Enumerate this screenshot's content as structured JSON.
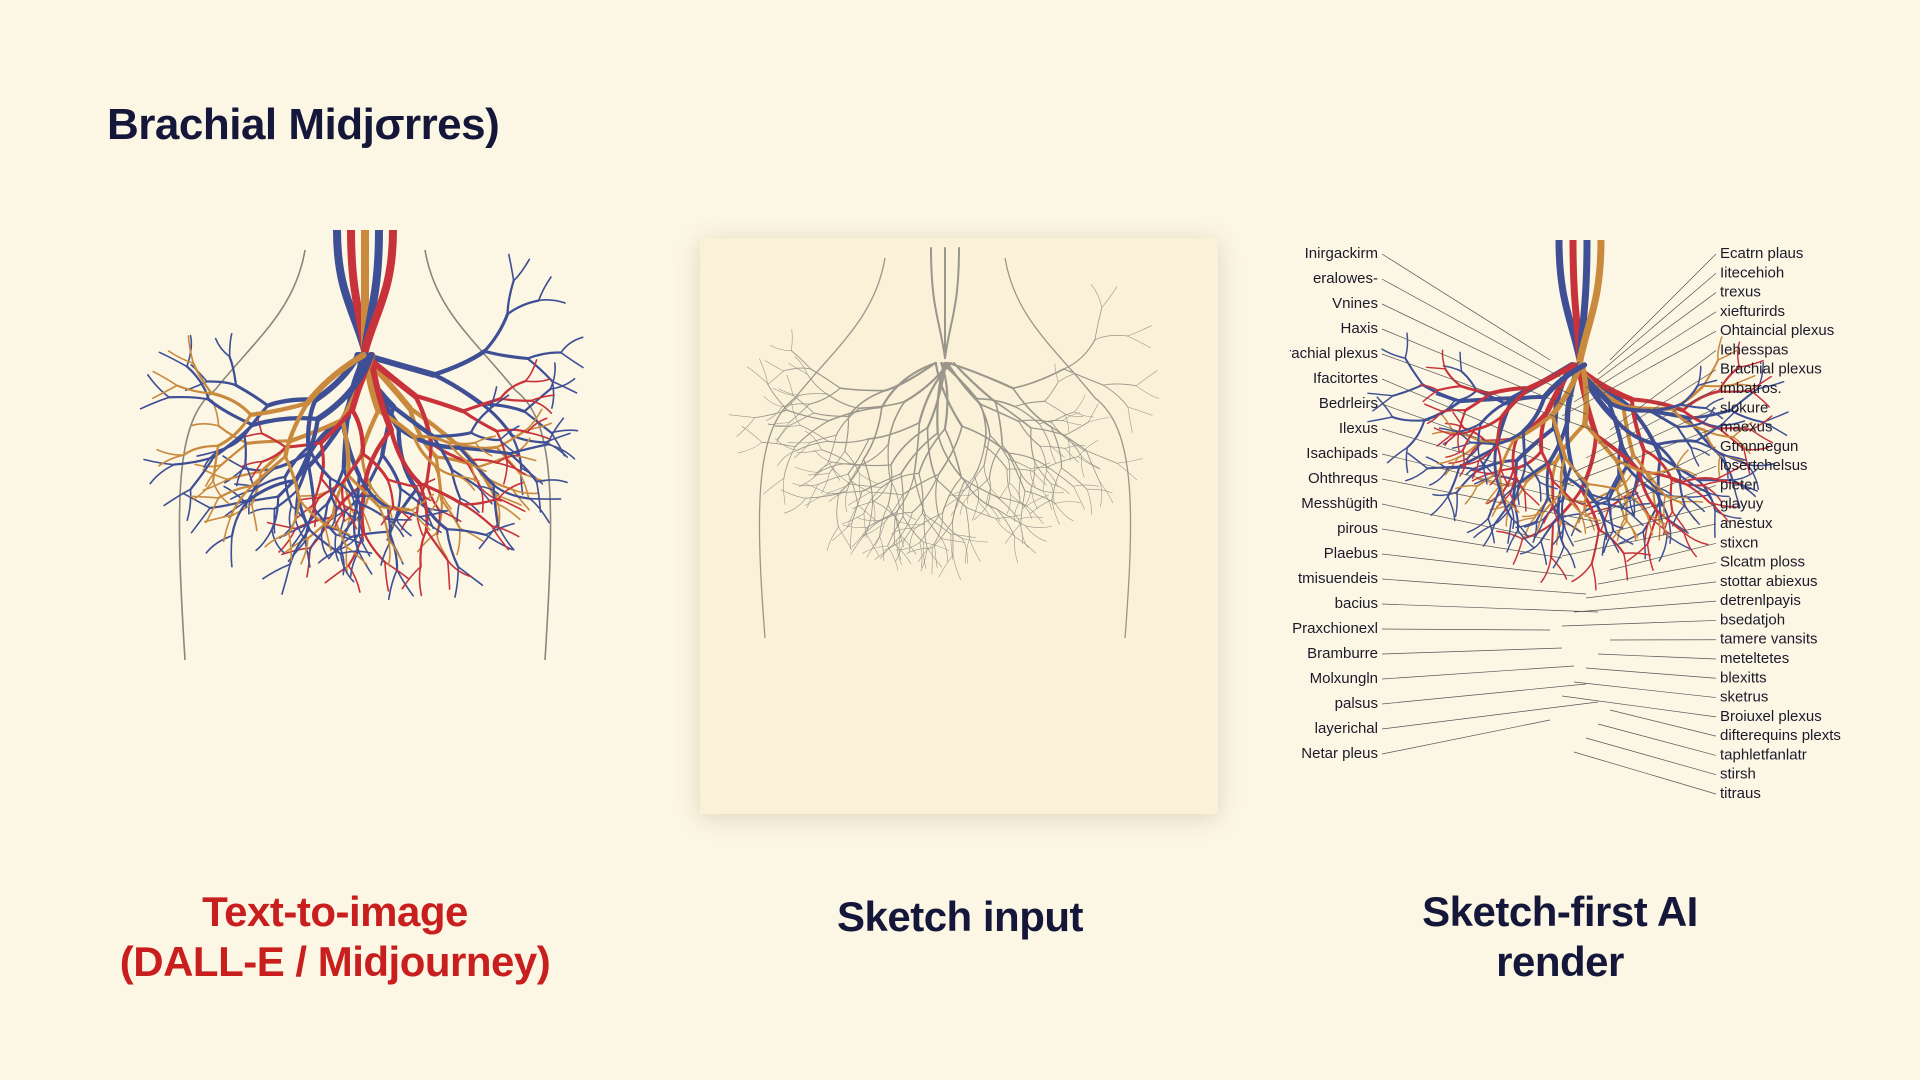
{
  "title": "Brachial Midjσrres)",
  "captions": {
    "left": [
      "Text-to-image",
      "(DALL-E / Midjourney)"
    ],
    "center": [
      "Sketch input"
    ],
    "right": [
      "Sketch-first AI",
      "render"
    ]
  },
  "labels": {
    "left_side": [
      "Inirgackirm",
      "eralowes-",
      "Vnines",
      "Haxis",
      "Brachial plexus",
      "Ifacitortes",
      "Bedrleirs",
      "Ilexus",
      "Isachipads",
      "Ohthrequs",
      "Messhügith",
      "pirous",
      "Plaebus",
      "tmisuendeis",
      "bacius",
      "Praxchionexl",
      "Bramburre",
      "Molxungln",
      "palsus",
      "layerichal",
      "Netar pleus"
    ],
    "right_side": [
      "Ecatrn plaus",
      "Iitecehioh",
      "trexus",
      "xiefturirds",
      "Ohtaincial plexus",
      "Iehesspas",
      "Brachial plexus",
      "imbatros.",
      "slokure",
      "maexus",
      "Gtmnnegun",
      "losertchelsus",
      "pleter",
      "glayuy",
      "anestux",
      "stixcn",
      "Slcatm ploss",
      "stottar abiexus",
      "detrenlpayis",
      "bsedatjoh",
      "tamere vansits",
      "meteltetes",
      "blexitts",
      "sketrus",
      "Broiuxel plexus",
      "difterequins plexts",
      "taphletfanlatr",
      "stirsh",
      "titraus"
    ]
  },
  "colors": {
    "background": "#fcf6e4",
    "title": "#14163a",
    "caption_red": "#c81e1e",
    "vein_blue": "#3f4f95",
    "artery_red": "#c8323a",
    "nerve_orange": "#c98a3e",
    "sketch_grey": "#9a968c"
  }
}
